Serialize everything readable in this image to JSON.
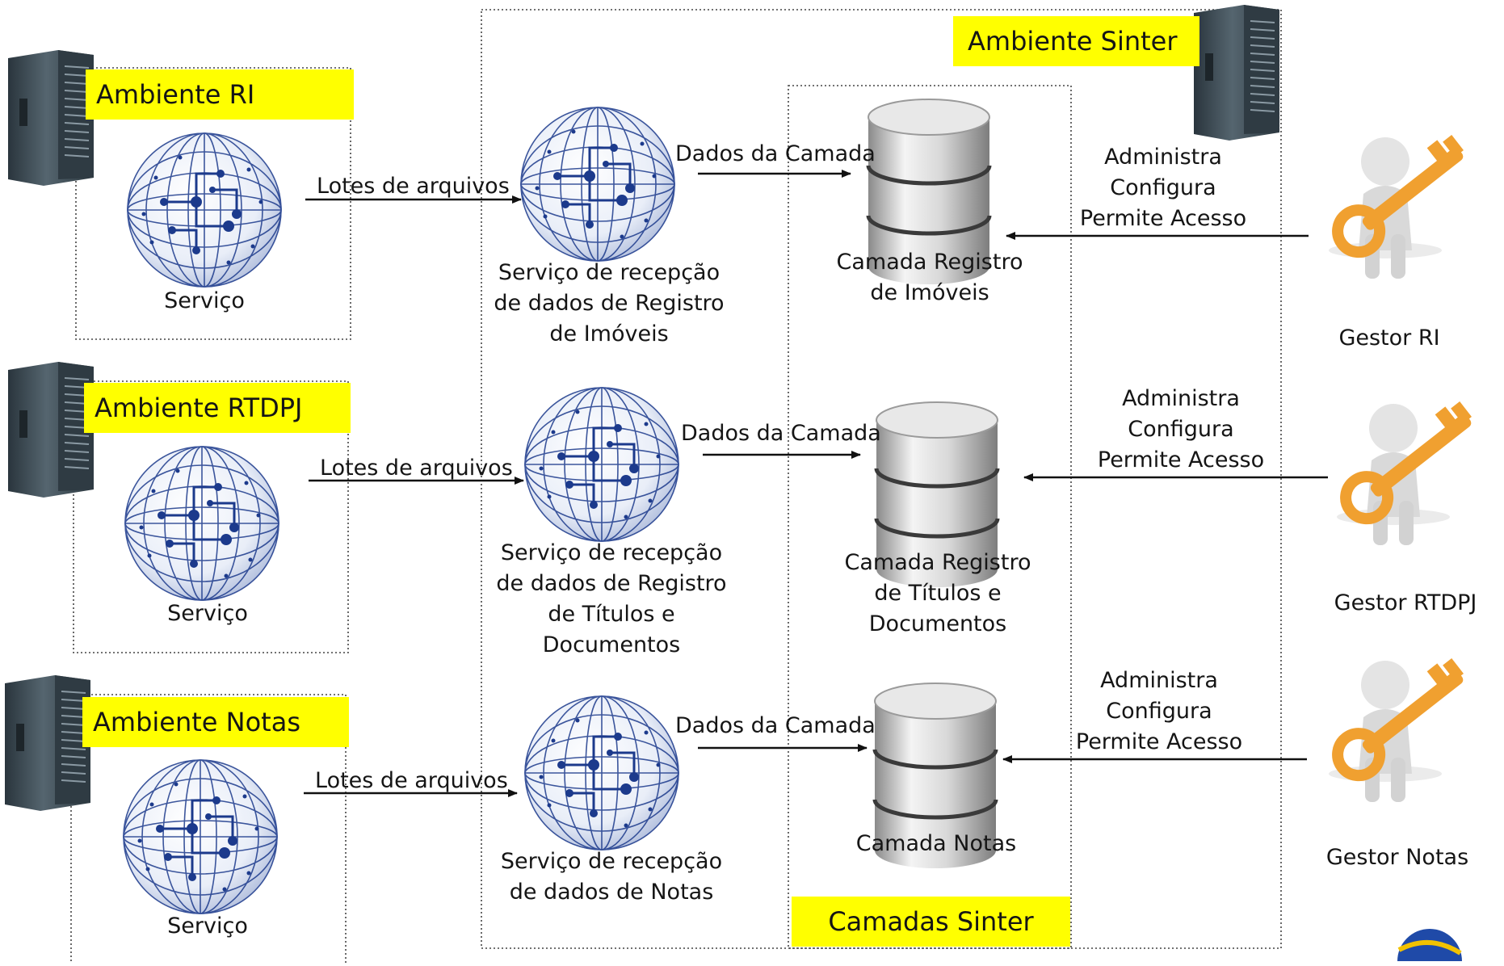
{
  "environments": {
    "ri": {
      "title": "Ambiente RI",
      "service": "Serviço"
    },
    "rtdpj": {
      "title": "Ambiente RTDPJ",
      "service": "Serviço"
    },
    "notas": {
      "title": "Ambiente Notas",
      "service": "Serviço"
    },
    "sinter": {
      "title": "Ambiente Sinter"
    }
  },
  "layers_box": {
    "title": "Camadas Sinter"
  },
  "edges": {
    "lotes_ri": "Lotes de arquivos",
    "lotes_rtdpj": "Lotes de arquivos",
    "lotes_notas": "Lotes de arquivos",
    "dados_ri": "Dados da Camada",
    "dados_rtdpj": "Dados da Camada",
    "dados_notas": "Dados da Camada"
  },
  "reception_services": {
    "ri": [
      "Serviço de recepção",
      "de dados de Registro",
      "de Imóveis"
    ],
    "rtdpj": [
      "Serviço de recepção",
      "de dados de Registro",
      "de Títulos e",
      "Documentos"
    ],
    "notas": [
      "Serviço de recepção",
      "de dados de Notas"
    ]
  },
  "layers": {
    "ri": [
      "Camada Registro",
      "de Imóveis"
    ],
    "rtdpj": [
      "Camada Registro",
      "de Títulos e",
      "Documentos"
    ],
    "notas": [
      "Camada Notas"
    ]
  },
  "admin_actions": {
    "ri": [
      "Administra",
      "Configura",
      "Permite Acesso"
    ],
    "rtdpj": [
      "Administra",
      "Configura",
      "Permite Acesso"
    ],
    "notas": [
      "Administra",
      "Configura",
      "Permite Acesso"
    ]
  },
  "managers": {
    "ri": "Gestor RI",
    "rtdpj": "Gestor RTDPJ",
    "notas": "Gestor Notas"
  },
  "colors": {
    "highlight": "#ffff00",
    "service_globe": "#1c3a8c",
    "server": "#3b4a55",
    "key": "#f0a030"
  }
}
